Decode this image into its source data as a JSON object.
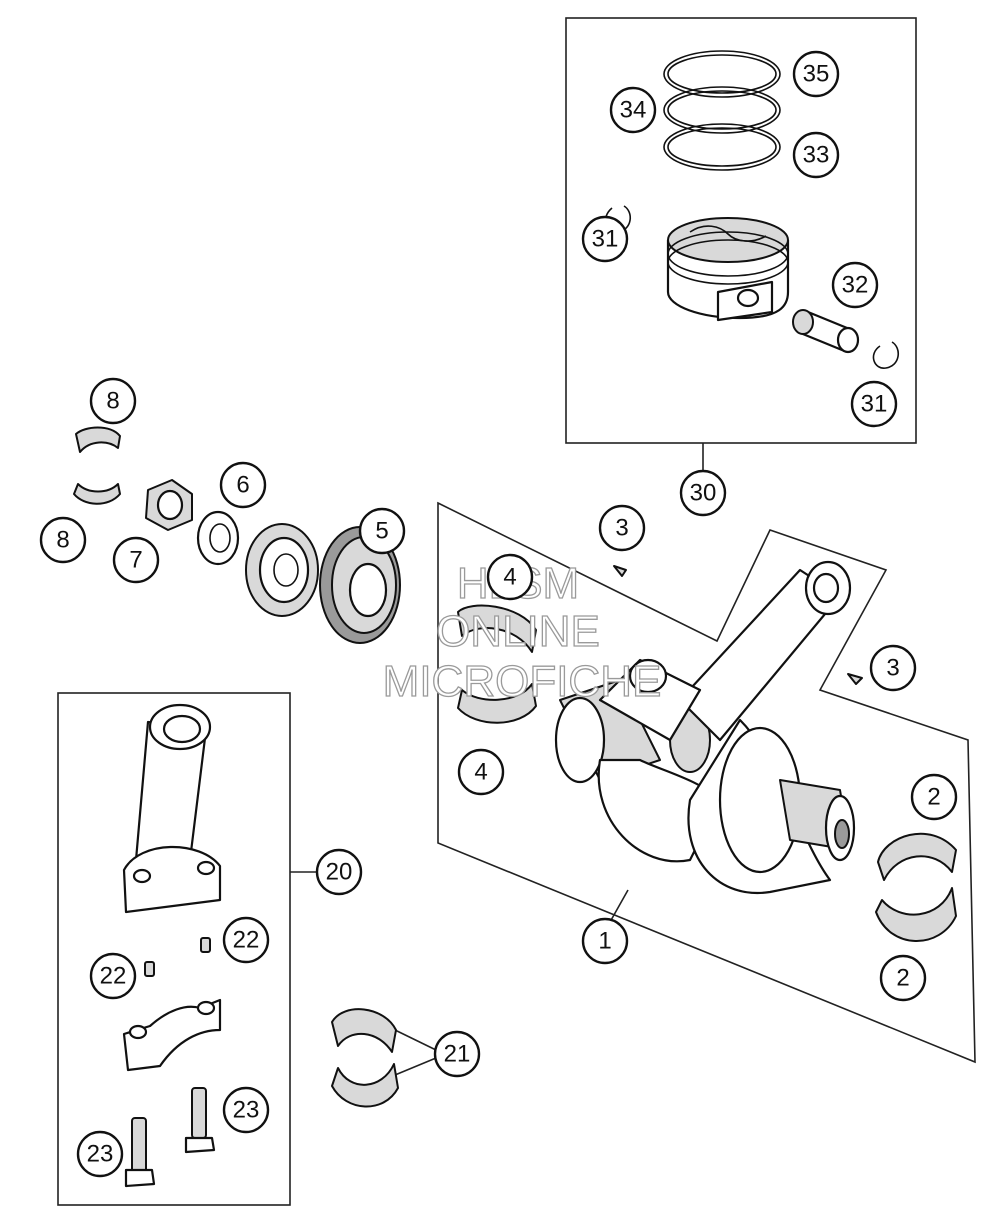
{
  "callouts": [
    {
      "id": "c35",
      "label": "35"
    },
    {
      "id": "c34",
      "label": "34"
    },
    {
      "id": "c33",
      "label": "33"
    },
    {
      "id": "c31a",
      "label": "31"
    },
    {
      "id": "c32",
      "label": "32"
    },
    {
      "id": "c31b",
      "label": "31"
    },
    {
      "id": "c30",
      "label": "30"
    },
    {
      "id": "c8a",
      "label": "8"
    },
    {
      "id": "c8b",
      "label": "8"
    },
    {
      "id": "c7",
      "label": "7"
    },
    {
      "id": "c6",
      "label": "6"
    },
    {
      "id": "c5",
      "label": "5"
    },
    {
      "id": "c4a",
      "label": "4"
    },
    {
      "id": "c4b",
      "label": "4"
    },
    {
      "id": "c3a",
      "label": "3"
    },
    {
      "id": "c3b",
      "label": "3"
    },
    {
      "id": "c2a",
      "label": "2"
    },
    {
      "id": "c2b",
      "label": "2"
    },
    {
      "id": "c1",
      "label": "1"
    },
    {
      "id": "c20",
      "label": "20"
    },
    {
      "id": "c21",
      "label": "21"
    },
    {
      "id": "c22a",
      "label": "22"
    },
    {
      "id": "c22b",
      "label": "22"
    },
    {
      "id": "c23a",
      "label": "23"
    },
    {
      "id": "c23b",
      "label": "23"
    }
  ],
  "watermark": {
    "line1": "HLSM",
    "line2": "ONLINE",
    "line3": "MICROFICHE",
    "color": "#9a9a9a"
  }
}
